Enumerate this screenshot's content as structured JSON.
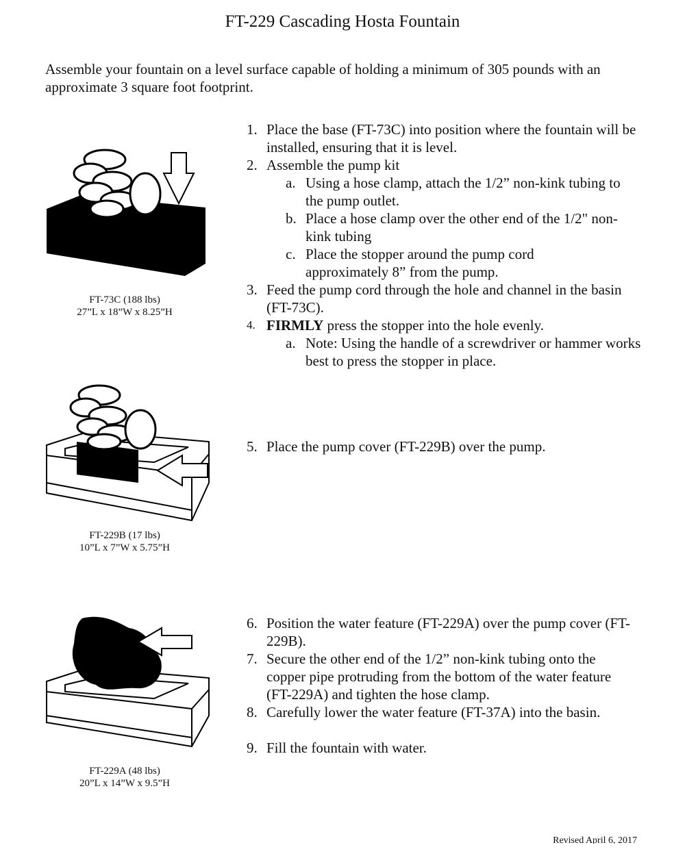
{
  "title": "FT-229 Cascading Hosta Fountain",
  "intro": "Assemble your fountain on a level surface capable of holding a minimum of 305 pounds with an approximate 3 square foot footprint.",
  "parts": [
    {
      "name": "FT-73C (188 lbs)",
      "dims": "27”L x 18”W x 8.25”H"
    },
    {
      "name": "FT-229B (17 lbs)",
      "dims": "10”L x 7”W x 5.75”H"
    },
    {
      "name": "FT-229A (48 lbs)",
      "dims": "20”L x 14”W x 9.5”H"
    }
  ],
  "steps": {
    "s1": {
      "num": "1.",
      "text": "Place the base (FT-73C) into position where the fountain will be installed, ensuring that it is level."
    },
    "s2": {
      "num": "2.",
      "text": "Assemble the pump kit",
      "subs": [
        {
          "letter": "a.",
          "text": "Using a hose clamp, attach the 1/2” non-kink tubing to the pump outlet."
        },
        {
          "letter": "b.",
          "text": "Place a hose clamp over the other end of the 1/2\" non-kink tubing"
        },
        {
          "letter": "c.",
          "text": "Place the stopper around the pump cord approximately 8” from the pump."
        }
      ]
    },
    "s3": {
      "num": "3.",
      "text": "Feed the pump cord through the hole and channel in the basin (FT-73C)."
    },
    "s4": {
      "num": "4.",
      "bold": "FIRMLY",
      "text": " press the stopper into the hole evenly.",
      "subs": [
        {
          "letter": "a.",
          "text": "Note: Using the handle of a screwdriver or hammer works best to press the stopper in place."
        }
      ]
    },
    "s5": {
      "num": "5.",
      "text": "Place the pump cover (FT-229B) over the pump."
    },
    "s6": {
      "num": "6.",
      "text": "Position the water feature (FT-229A) over the pump cover (FT-229B)."
    },
    "s7": {
      "num": "7.",
      "text": "Secure the other end of the 1/2” non-kink tubing onto the copper pipe protruding from the bottom of the water feature (FT-229A) and tighten the hose clamp."
    },
    "s8": {
      "num": "8.",
      "text": "Carefully lower the water feature (FT-37A) into the basin."
    },
    "s9": {
      "num": "9.",
      "text": "Fill the fountain with water."
    }
  },
  "revised": "Revised April 6, 2017"
}
